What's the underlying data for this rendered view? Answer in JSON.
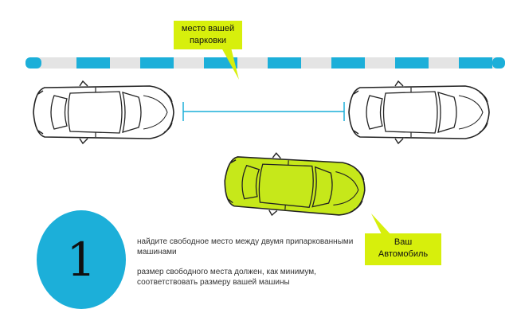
{
  "labels": {
    "parking_spot": {
      "line1": "место вашей",
      "line2": "парковки"
    },
    "your_car": {
      "line1": "Ваш",
      "line2": "Автомобиль"
    }
  },
  "step": {
    "number": "1",
    "text1": "найдите свободное место между двумя припаркованными машинами",
    "text2": "размер свободного места должен, как минимум, соответствовать размеру вашей машины"
  },
  "colors": {
    "curb_blue": "#1cafd9",
    "curb_gray": "#e4e4e4",
    "highlight_green": "#c6e81a",
    "label_yellow": "#d7ef0c",
    "step_circle": "#1cafd9",
    "gap_line": "#1cafd9"
  },
  "icons": [
    "parked-car-left-icon",
    "parked-car-right-icon",
    "your-car-icon"
  ]
}
